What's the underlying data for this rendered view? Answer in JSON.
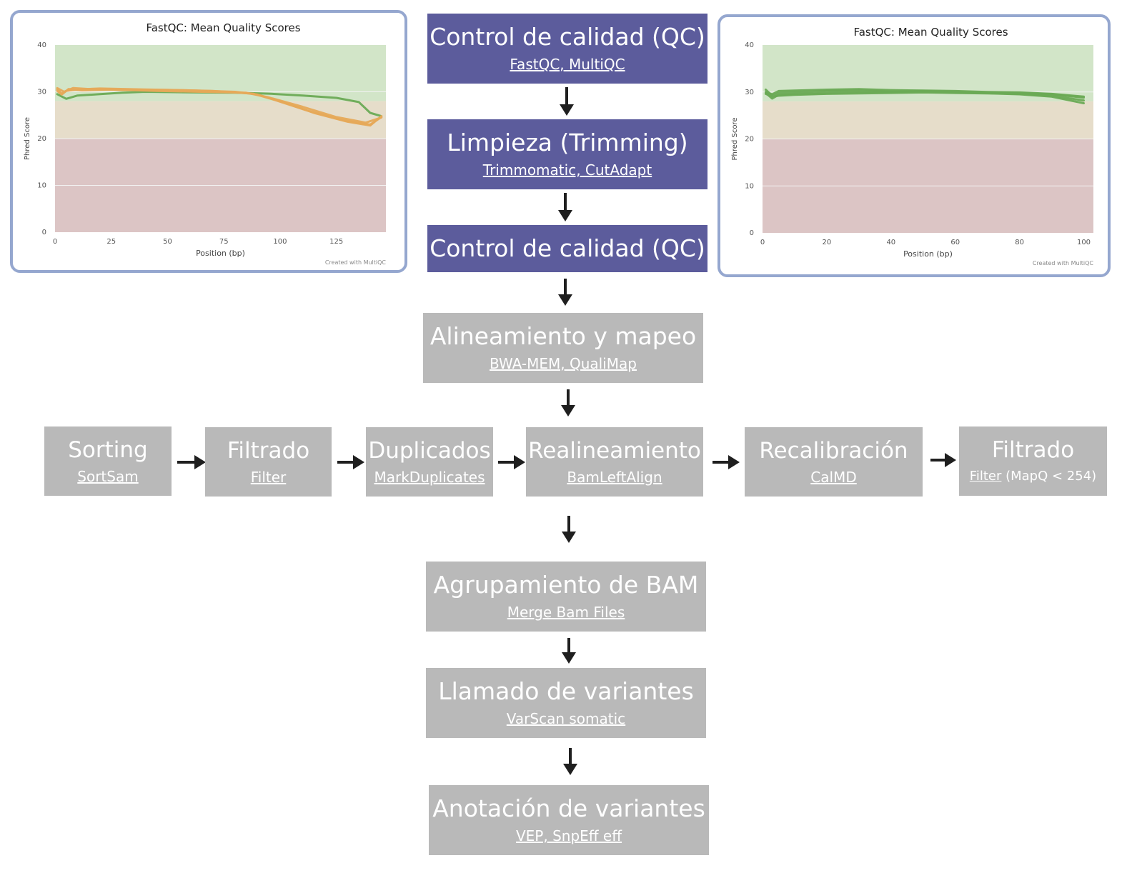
{
  "qc_plot_left": {
    "title": "FastQC: Mean Quality Scores",
    "ylabel": "Phred Score",
    "xlabel": "Position (bp)",
    "credit": "Created with MultiQC",
    "colors": {
      "good": "#d2e5c8",
      "warn": "#e6ddca",
      "bad": "#dcc5c5",
      "pass": "#6aaa55",
      "fail": "#e6a958"
    },
    "chart_data": {
      "type": "line",
      "xlim": [
        0,
        147
      ],
      "ylim": [
        0,
        40
      ],
      "xticks": [
        0,
        25,
        50,
        75,
        100,
        125
      ],
      "yticks": [
        0,
        10,
        20,
        30,
        40
      ],
      "bands": [
        {
          "from": 28,
          "to": 40,
          "level": "good"
        },
        {
          "from": 20,
          "to": 28,
          "level": "warn"
        },
        {
          "from": 0,
          "to": 20,
          "level": "bad"
        }
      ],
      "series": [
        {
          "group": "pass",
          "x": [
            1,
            3,
            5,
            10,
            20,
            30,
            40,
            60,
            80,
            95,
            110,
            125,
            135,
            140,
            145
          ],
          "y": [
            29.5,
            29.0,
            28.5,
            29.2,
            29.5,
            29.8,
            30.0,
            29.9,
            29.8,
            29.6,
            29.2,
            28.7,
            27.8,
            25.5,
            24.8
          ]
        },
        {
          "group": "fail",
          "x": [
            1,
            3,
            5,
            10,
            20,
            40,
            60,
            80,
            90,
            100,
            115,
            130,
            140,
            145
          ],
          "y": [
            30.5,
            29.6,
            30.2,
            30.5,
            30.7,
            30.5,
            30.3,
            30.0,
            29.4,
            28.0,
            25.5,
            23.6,
            22.8,
            24.8
          ]
        },
        {
          "group": "fail",
          "x": [
            1,
            3,
            6,
            12,
            25,
            45,
            65,
            85,
            95,
            110,
            125,
            138,
            145
          ],
          "y": [
            30.2,
            29.4,
            30.6,
            30.3,
            30.5,
            30.2,
            30.0,
            29.8,
            28.8,
            26.8,
            24.6,
            23.4,
            24.5
          ]
        },
        {
          "group": "fail",
          "x": [
            1,
            4,
            8,
            15,
            30,
            50,
            70,
            88,
            98,
            112,
            128,
            140,
            145
          ],
          "y": [
            30.8,
            30.0,
            30.8,
            30.6,
            30.4,
            30.4,
            30.2,
            29.6,
            28.2,
            26.0,
            23.9,
            23.0,
            24.6
          ]
        }
      ]
    }
  },
  "qc_plot_right": {
    "title": "FastQC: Mean Quality Scores",
    "ylabel": "Phred Score",
    "xlabel": "Position (bp)",
    "credit": "Created with MultiQC",
    "colors": {
      "good": "#d2e5c8",
      "warn": "#e6ddca",
      "bad": "#dcc5c5",
      "pass": "#6aaa55"
    },
    "chart_data": {
      "type": "line",
      "xlim": [
        0,
        103
      ],
      "ylim": [
        0,
        40
      ],
      "xticks": [
        0,
        20,
        40,
        60,
        80,
        100
      ],
      "yticks": [
        0,
        10,
        20,
        30,
        40
      ],
      "bands": [
        {
          "from": 28,
          "to": 40,
          "level": "good"
        },
        {
          "from": 20,
          "to": 28,
          "level": "warn"
        },
        {
          "from": 0,
          "to": 20,
          "level": "bad"
        }
      ],
      "series": [
        {
          "group": "pass",
          "x": [
            1,
            3,
            5,
            10,
            20,
            30,
            40,
            50,
            60,
            70,
            80,
            90,
            100
          ],
          "y": [
            30.5,
            29.2,
            29.8,
            30.0,
            30.2,
            30.3,
            30.1,
            30.2,
            30.0,
            29.9,
            29.8,
            29.5,
            28.8
          ]
        },
        {
          "group": "pass",
          "x": [
            1,
            3,
            5,
            10,
            20,
            30,
            40,
            50,
            60,
            70,
            80,
            90,
            100
          ],
          "y": [
            29.8,
            28.6,
            29.4,
            29.6,
            29.8,
            30.0,
            30.0,
            30.1,
            29.9,
            29.8,
            29.6,
            29.2,
            28.2
          ]
        },
        {
          "group": "pass",
          "x": [
            1,
            3,
            5,
            10,
            20,
            30,
            40,
            50,
            60,
            70,
            80,
            90,
            100
          ],
          "y": [
            30.0,
            29.5,
            30.2,
            30.3,
            30.5,
            30.6,
            30.4,
            30.3,
            30.2,
            30.0,
            29.9,
            29.6,
            29.0
          ]
        },
        {
          "group": "pass",
          "x": [
            1,
            3,
            5,
            10,
            20,
            30,
            40,
            50,
            60,
            70,
            80,
            90,
            100
          ],
          "y": [
            29.6,
            29.0,
            29.2,
            29.4,
            29.6,
            29.7,
            29.8,
            29.9,
            29.8,
            29.7,
            29.5,
            29.0,
            27.6
          ]
        }
      ]
    }
  },
  "steps": {
    "qc1": {
      "title": "Control de calidad (QC)",
      "tools": "FastQC, MultiQC"
    },
    "trimming": {
      "title": "Limpieza (Trimming)",
      "tools": "Trimmomatic, CutAdapt"
    },
    "qc2": {
      "title": "Control de calidad (QC)"
    },
    "align": {
      "title": "Alineamiento y mapeo",
      "tools": "BWA-MEM, QualiMap"
    },
    "sorting": {
      "title": "Sorting",
      "tools": "SortSam"
    },
    "filtrado1": {
      "title": "Filtrado",
      "tools": "Filter"
    },
    "duplicados": {
      "title": "Duplicados",
      "tools": "MarkDuplicates"
    },
    "realineamiento": {
      "title": "Realineamiento",
      "tools": "BamLeftAlign"
    },
    "recalibracion": {
      "title": "Recalibración",
      "tools": "CalMD"
    },
    "filtrado2": {
      "title": "Filtrado",
      "tools": "Filter",
      "tools_note": " (MapQ < 254)"
    },
    "merge": {
      "title": "Agrupamiento de BAM",
      "tools": "Merge Bam Files"
    },
    "calling": {
      "title": "Llamado de variantes",
      "tools": "VarScan somatic"
    },
    "annotation": {
      "title": "Anotación de variantes",
      "tools": "VEP, SnpEff eff"
    }
  }
}
